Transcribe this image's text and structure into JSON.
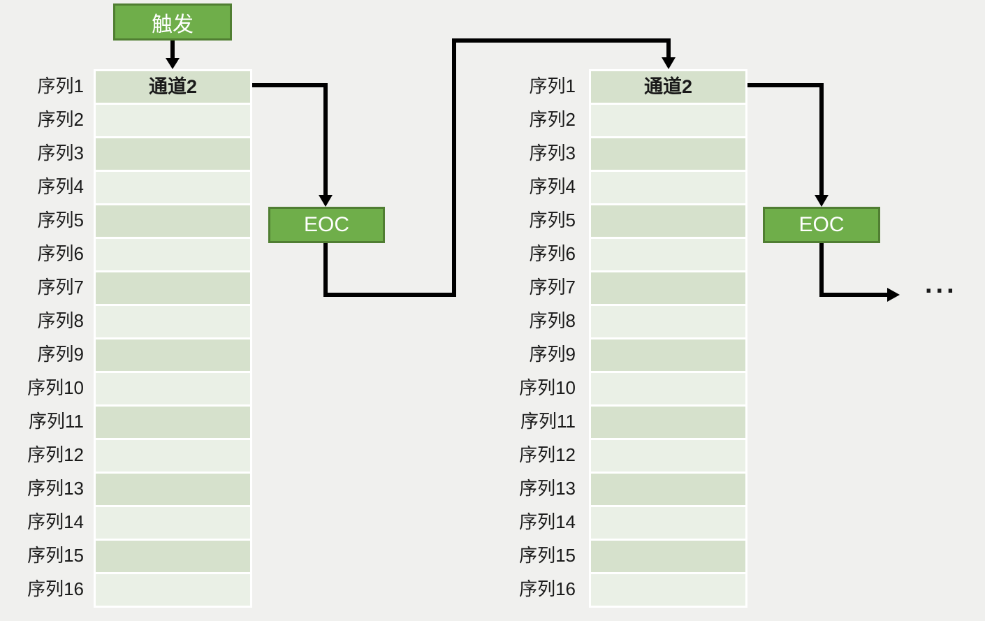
{
  "colors": {
    "background": "#f0f0ee",
    "row_dark": "#d6e1cc",
    "row_light": "#eaf0e6",
    "box_fill": "#6fae4a",
    "box_border": "#507e32",
    "box_text": "#ffffff",
    "label_text": "#1a1a1a",
    "arrow": "#000000",
    "table_gap": "#ffffff"
  },
  "trigger": {
    "label": "触发"
  },
  "eoc_left": {
    "label": "EOC"
  },
  "eoc_right": {
    "label": "EOC"
  },
  "ellipsis": "...",
  "tables": [
    {
      "id": "left",
      "rows": [
        {
          "label": "序列1",
          "value": "通道2"
        },
        {
          "label": "序列2",
          "value": ""
        },
        {
          "label": "序列3",
          "value": ""
        },
        {
          "label": "序列4",
          "value": ""
        },
        {
          "label": "序列5",
          "value": ""
        },
        {
          "label": "序列6",
          "value": ""
        },
        {
          "label": "序列7",
          "value": ""
        },
        {
          "label": "序列8",
          "value": ""
        },
        {
          "label": "序列9",
          "value": ""
        },
        {
          "label": "序列10",
          "value": ""
        },
        {
          "label": "序列11",
          "value": ""
        },
        {
          "label": "序列12",
          "value": ""
        },
        {
          "label": "序列13",
          "value": ""
        },
        {
          "label": "序列14",
          "value": ""
        },
        {
          "label": "序列15",
          "value": ""
        },
        {
          "label": "序列16",
          "value": ""
        }
      ]
    },
    {
      "id": "right",
      "rows": [
        {
          "label": "序列1",
          "value": "通道2"
        },
        {
          "label": "序列2",
          "value": ""
        },
        {
          "label": "序列3",
          "value": ""
        },
        {
          "label": "序列4",
          "value": ""
        },
        {
          "label": "序列5",
          "value": ""
        },
        {
          "label": "序列6",
          "value": ""
        },
        {
          "label": "序列7",
          "value": ""
        },
        {
          "label": "序列8",
          "value": ""
        },
        {
          "label": "序列9",
          "value": ""
        },
        {
          "label": "序列10",
          "value": ""
        },
        {
          "label": "序列11",
          "value": ""
        },
        {
          "label": "序列12",
          "value": ""
        },
        {
          "label": "序列13",
          "value": ""
        },
        {
          "label": "序列14",
          "value": ""
        },
        {
          "label": "序列15",
          "value": ""
        },
        {
          "label": "序列16",
          "value": ""
        }
      ]
    }
  ]
}
